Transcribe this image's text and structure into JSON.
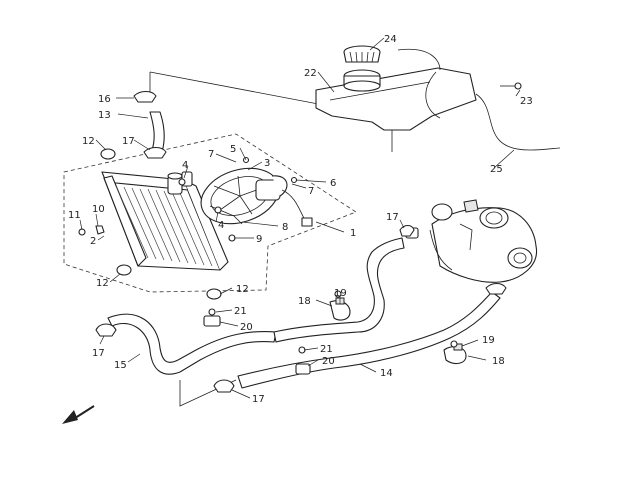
{
  "callouts": {
    "c1": "1",
    "c2": "2",
    "c3": "3",
    "c4a": "4",
    "c4b": "4",
    "c5": "5",
    "c6": "6",
    "c7a": "7",
    "c7b": "7",
    "c8": "8",
    "c9": "9",
    "c10": "10",
    "c11": "11",
    "c12a": "12",
    "c12b": "12",
    "c12c": "12",
    "c13": "13",
    "c14": "14",
    "c15": "15",
    "c16": "16",
    "c17a": "17",
    "c17b": "17",
    "c17c": "17",
    "c17d": "17",
    "c18a": "18",
    "c18b": "18",
    "c19a": "19",
    "c19b": "19",
    "c20a": "20",
    "c20b": "20",
    "c21a": "21",
    "c21b": "21",
    "c22": "22",
    "c23": "23",
    "c24": "24",
    "c25": "25"
  },
  "icons": {
    "front_arrow": "arrow-down-left-icon"
  },
  "colors": {
    "line": "#222222",
    "background": "#ffffff"
  }
}
